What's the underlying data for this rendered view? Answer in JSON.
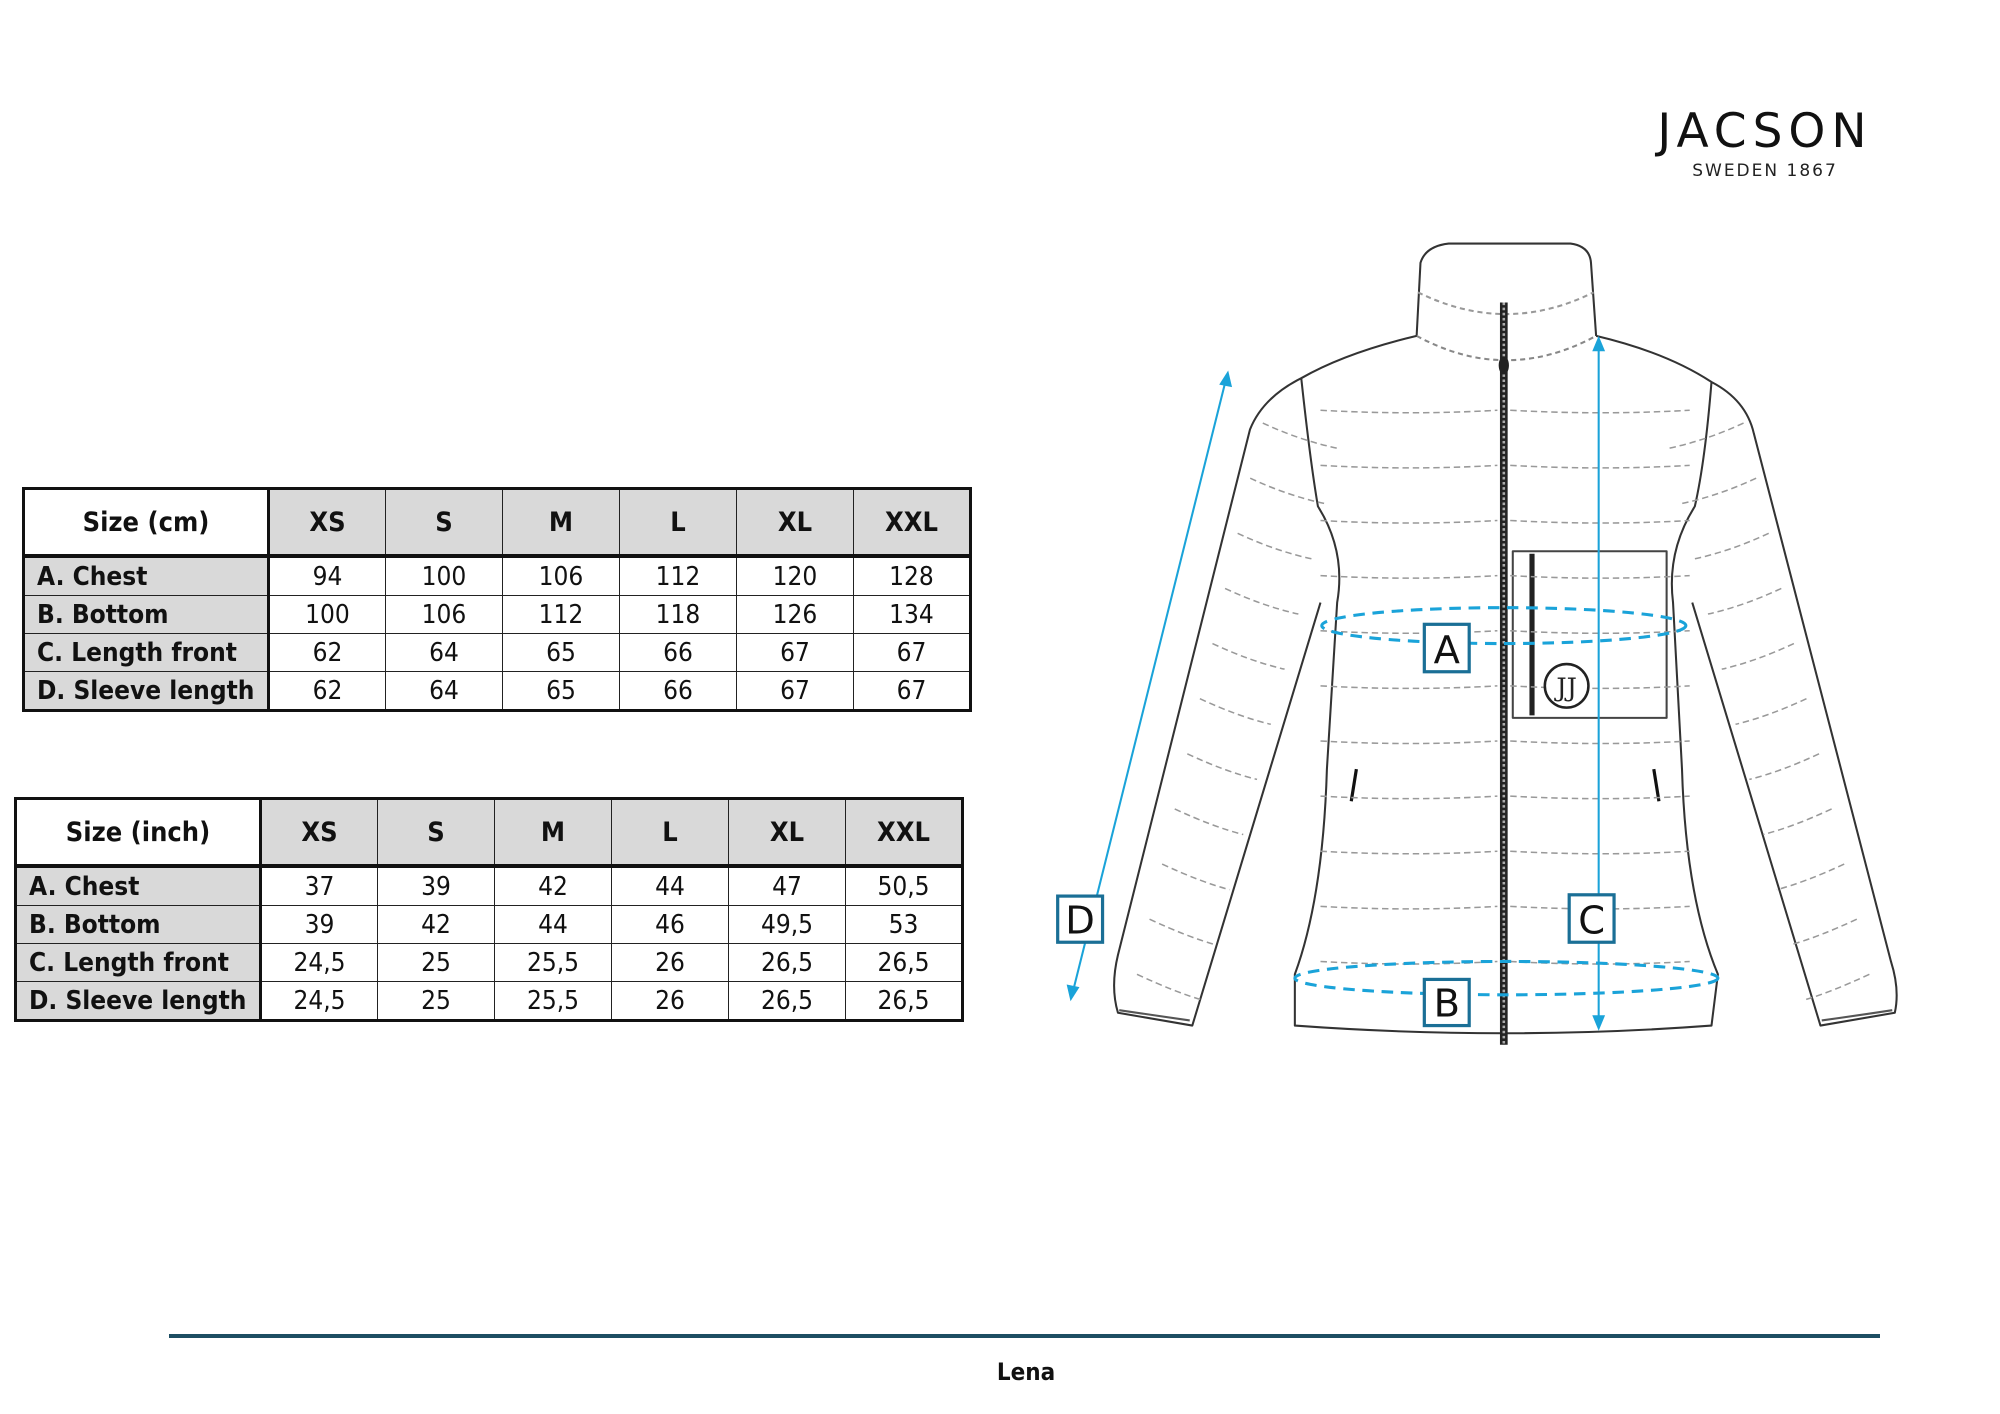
{
  "brand": {
    "name": "JACSON",
    "tagline": "SWEDEN 1867"
  },
  "cm_table": {
    "header": "Size (cm)",
    "sizes": [
      "XS",
      "S",
      "M",
      "L",
      "XL",
      "XXL"
    ],
    "rows": [
      {
        "label": "A. Chest",
        "values": [
          "94",
          "100",
          "106",
          "112",
          "120",
          "128"
        ]
      },
      {
        "label": "B. Bottom",
        "values": [
          "100",
          "106",
          "112",
          "118",
          "126",
          "134"
        ]
      },
      {
        "label": "C. Length front",
        "values": [
          "62",
          "64",
          "65",
          "66",
          "67",
          "67"
        ]
      },
      {
        "label": "D. Sleeve length",
        "values": [
          "62",
          "64",
          "65",
          "66",
          "67",
          "67"
        ]
      }
    ]
  },
  "inch_table": {
    "header": "Size (inch)",
    "sizes": [
      "XS",
      "S",
      "M",
      "L",
      "XL",
      "XXL"
    ],
    "rows": [
      {
        "label": "A. Chest",
        "values": [
          "37",
          "39",
          "42",
          "44",
          "47",
          "50,5"
        ]
      },
      {
        "label": "B. Bottom",
        "values": [
          "39",
          "42",
          "44",
          "46",
          "49,5",
          "53"
        ]
      },
      {
        "label": "C. Length front",
        "values": [
          "24,5",
          "25",
          "25,5",
          "26",
          "26,5",
          "26,5"
        ]
      },
      {
        "label": "D. Sleeve length",
        "values": [
          "24,5",
          "25",
          "25,5",
          "26",
          "26,5",
          "26,5"
        ]
      }
    ]
  },
  "diagram": {
    "labels": {
      "a": "A",
      "b": "B",
      "c": "C",
      "d": "D"
    },
    "measure_color": "#1aa3d9"
  },
  "footer": {
    "product_name": "Lena",
    "line_color": "#1d4e63"
  }
}
